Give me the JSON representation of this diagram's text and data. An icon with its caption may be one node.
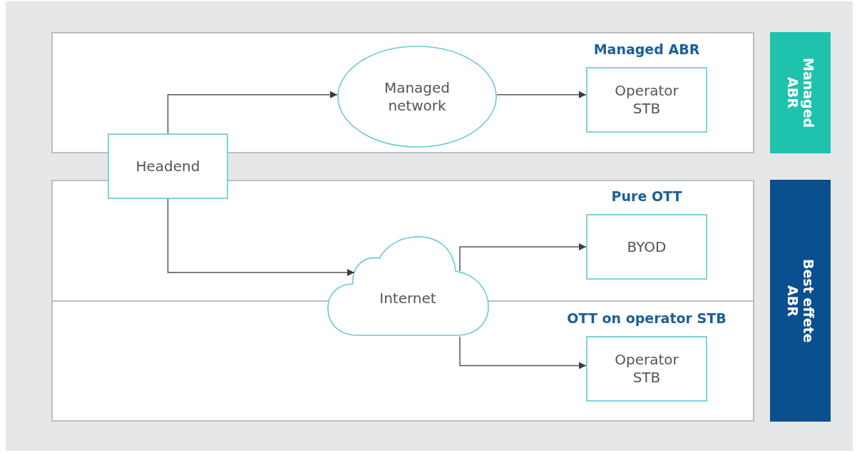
{
  "diagram": {
    "nodes": [
      {
        "text": [],
        "shape": "box"
      },
      {
        "text": [
          "Headend"
        ]
      },
      {
        "text": [
          "Managed network"
        ],
        "in": 0
      },
      {
        "text": [
          "Managed ABR",
          "Operator STB"
        ],
        "in": 0
      },
      {
        "text": [
          "Managed ABR"
        ]
      },
      {
        "text": [],
        "shape": "box"
      },
      {
        "text": [
          "Internet"
        ],
        "in": 5
      },
      {
        "text": [
          "Pure OTT",
          "BYOD"
        ],
        "in": 5
      },
      {
        "text": [
          "OTT on operator STB",
          "Operator STB"
        ],
        "in": 5
      },
      {
        "text": [
          "Best effete ABR"
        ]
      }
    ],
    "edges": [
      {
        "from": 1,
        "to": 2,
        "arrow": "to"
      },
      {
        "from": 2,
        "to": 3,
        "arrow": "to"
      },
      {
        "from": 1,
        "to": 6,
        "arrow": "to"
      },
      {
        "from": 6,
        "to": 7,
        "arrow": "to"
      },
      {
        "from": 6,
        "to": 8,
        "arrow": "to"
      }
    ]
  }
}
